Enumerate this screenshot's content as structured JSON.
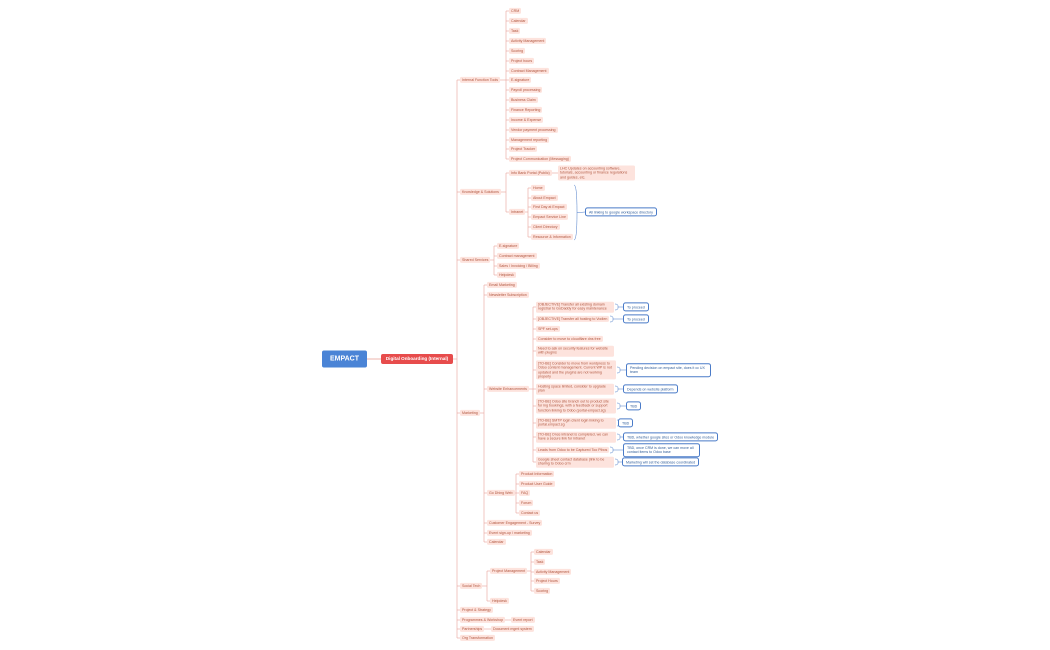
{
  "root": {
    "label": "EMPACT"
  },
  "main": {
    "label": "Digital Onboarding (Internal)"
  },
  "nodes": [
    {
      "id": "n1",
      "label": "Internal Function Tools"
    },
    {
      "id": "n1_1",
      "label": "CRM"
    },
    {
      "id": "n1_2",
      "label": "Calendar"
    },
    {
      "id": "n1_3",
      "label": "Task"
    },
    {
      "id": "n1_4",
      "label": "Activity Management"
    },
    {
      "id": "n1_5",
      "label": "Scoring"
    },
    {
      "id": "n1_6",
      "label": "Project hours"
    },
    {
      "id": "n1_7",
      "label": "Contract Management"
    },
    {
      "id": "n1_8",
      "label": "E-signature"
    },
    {
      "id": "n1_9",
      "label": "Payroll processing"
    },
    {
      "id": "n1_10",
      "label": "Business Claim"
    },
    {
      "id": "n1_11",
      "label": "Finance Reporting"
    },
    {
      "id": "n1_12",
      "label": "Income & Expense"
    },
    {
      "id": "n1_13",
      "label": "Vendor payment processing"
    },
    {
      "id": "n1_14",
      "label": "Management reporting"
    },
    {
      "id": "n1_15",
      "label": "Project Tracker"
    },
    {
      "id": "n1_16",
      "label": "Project Communication (Messaging)"
    },
    {
      "id": "n2",
      "label": "Knowledge & Solutions"
    },
    {
      "id": "n2_1",
      "label": "Info Bank Portal (Public)"
    },
    {
      "id": "n2_1a",
      "label": "LHC Updates on accounting software, tutorials, accounting or finance regulations and guides, etc."
    },
    {
      "id": "n2_2",
      "label": "Intranet"
    },
    {
      "id": "n2_2a",
      "label": "Home"
    },
    {
      "id": "n2_2b",
      "label": "About Empact"
    },
    {
      "id": "n2_2c",
      "label": "First Day at Empact"
    },
    {
      "id": "n2_2d",
      "label": "Empact Service Line"
    },
    {
      "id": "n2_2e",
      "label": "Client Directory"
    },
    {
      "id": "n2_2f",
      "label": "Resource & Information"
    },
    {
      "id": "n3",
      "label": "Shared Services"
    },
    {
      "id": "n3_1",
      "label": "E-signature"
    },
    {
      "id": "n3_2",
      "label": "Contract management"
    },
    {
      "id": "n3_3",
      "label": "Sales / Invoicing / Billing"
    },
    {
      "id": "n3_4",
      "label": "Helpdesk"
    },
    {
      "id": "n4",
      "label": "Marketing"
    },
    {
      "id": "n4_1",
      "label": "Email Marketing"
    },
    {
      "id": "n4_2",
      "label": "Newsletter Subscription"
    },
    {
      "id": "n4_3",
      "label": "Website Enhancements"
    },
    {
      "id": "n4_3a",
      "label": "[OBJECTIVE] Transfer all existing domain registrar to GoDaddy for easy maintenance"
    },
    {
      "id": "n4_3b",
      "label": "[OBJECTIVE] Transfer all hosting to Vodien"
    },
    {
      "id": "n4_3c",
      "label": "SPF set-ups"
    },
    {
      "id": "n4_3d",
      "label": "Consider to move to cloudflare dns free"
    },
    {
      "id": "n4_3e",
      "label": "Need to ask on security features for website with plugins"
    },
    {
      "id": "n4_3f",
      "label": "[TO-BE] Consider to move from wordpress to Odoo content management. Current WP is not updated and the plugins are not working properly"
    },
    {
      "id": "n4_3g",
      "label": "Hosting space limited, consider to upgrade plan"
    },
    {
      "id": "n4_3h",
      "label": "[TO-BE] Odoo site branch out to product site for ing bookings, with a feedback or support function linking to Odoo (portal-empact.sg)"
    },
    {
      "id": "n4_3i",
      "label": "[TO-BE] SMTP login client login linking to portal.empact.sg"
    },
    {
      "id": "n4_3j",
      "label": "[TO-BE] Once intranet is completed, we can have a secure link for intranet"
    },
    {
      "id": "n4_3k",
      "label": "Leads from Odoo to be Captured Too Pibos"
    },
    {
      "id": "n4_3l",
      "label": "Google sheet contact database (link to be sharing to Odoo crm"
    },
    {
      "id": "n4_4",
      "label": "Go Dhing Web"
    },
    {
      "id": "n4_4a",
      "label": "Product Information"
    },
    {
      "id": "n4_4b",
      "label": "Product User Guide"
    },
    {
      "id": "n4_4c",
      "label": "FAQ"
    },
    {
      "id": "n4_4d",
      "label": "Forum"
    },
    {
      "id": "n4_4e",
      "label": "Contact us"
    },
    {
      "id": "n4_5",
      "label": "Customer Engagement - Survey"
    },
    {
      "id": "n4_6",
      "label": "Event sign-up / marketing"
    },
    {
      "id": "n4_7",
      "label": "Calendar"
    },
    {
      "id": "n5",
      "label": "Social Tech"
    },
    {
      "id": "n5_1",
      "label": "Project Management"
    },
    {
      "id": "n5_1a",
      "label": "Calendar"
    },
    {
      "id": "n5_1b",
      "label": "Task"
    },
    {
      "id": "n5_1c",
      "label": "Activity Management"
    },
    {
      "id": "n5_1d",
      "label": "Project Hours"
    },
    {
      "id": "n5_1e",
      "label": "Scoring"
    },
    {
      "id": "n5_2",
      "label": "Helpdesk"
    },
    {
      "id": "n6",
      "label": "Project & Strategy"
    },
    {
      "id": "n7",
      "label": "Programmes & Workshop"
    },
    {
      "id": "n7_1",
      "label": "Event report"
    },
    {
      "id": "n8",
      "label": "Partnerships"
    },
    {
      "id": "n8_1",
      "label": "Document mgmt system"
    },
    {
      "id": "n9",
      "label": "Org Transformation"
    }
  ],
  "notes": [
    {
      "id": "t1",
      "label": "All linking to google workspace directory"
    },
    {
      "id": "t2",
      "label": "To proceed"
    },
    {
      "id": "t3",
      "label": "To proceed"
    },
    {
      "id": "t4",
      "label": "Pending decision on empact site, does it cc UX team"
    },
    {
      "id": "t5",
      "label": "Depends on website platform"
    },
    {
      "id": "t6",
      "label": "TBD"
    },
    {
      "id": "t7",
      "label": "TBD"
    },
    {
      "id": "t8",
      "label": "TBD, whether google sites or Odoo knowledge module"
    },
    {
      "id": "t9",
      "label": "TBD, once CRM is done, we can move all contact items to Odoo base"
    },
    {
      "id": "t10",
      "label": "Marketing will set the database coordinated"
    }
  ],
  "colors": {
    "root": "#4a84d6",
    "main": "#e74c4c",
    "node_bg": "#fde3dd",
    "node_text": "#b0563f",
    "edge": "#e8a29a",
    "note_border": "#4a7bc8"
  }
}
